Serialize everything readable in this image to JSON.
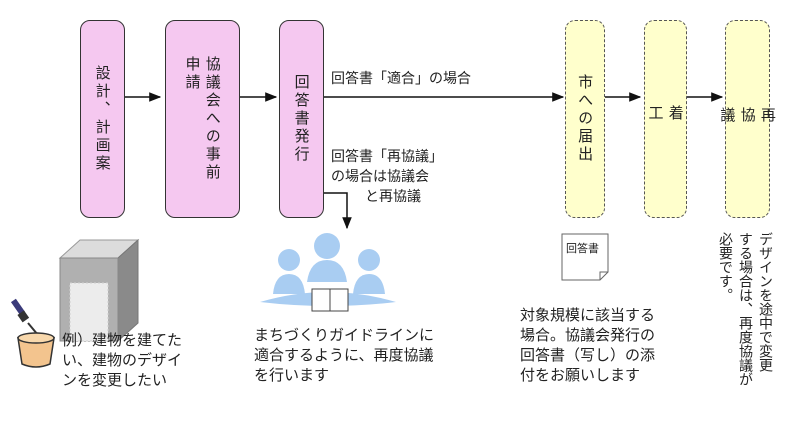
{
  "boxes": {
    "design_plan": "設計、計画案",
    "prior_application": "協議会への事前\n申請",
    "answer_issue": "回答書発行",
    "city_notification": "市への届出",
    "construction": "着\n工",
    "re_consultation": "再\n協\n議"
  },
  "arrows": {
    "conform_line": "回答書「適合」の場合",
    "reconsult_line1": "回答書「再協議」",
    "reconsult_line2": "の場合は協議会",
    "reconsult_line3": "と再協議"
  },
  "document_label": "回答書",
  "captions": {
    "example": [
      "例）建物を建てた",
      "い、建物のデザイ",
      "ンを変更したい"
    ],
    "guideline": [
      "まちづくりガイドラインに",
      "適合するように、再度協議",
      "を行います"
    ],
    "copy_request": [
      "対象規模に該当する",
      "場合。協議会発行の",
      "回答書（写し）の添",
      "付をお願いします"
    ],
    "redesign_note": [
      "デザインを途中で変更",
      "する場合は、再度協議が",
      "必要です。"
    ]
  },
  "colors": {
    "pink_box": "#f5c8f0",
    "yellow_box": "#ffffcc",
    "people": "#a9cdf2",
    "pail": "#f3c48e"
  }
}
